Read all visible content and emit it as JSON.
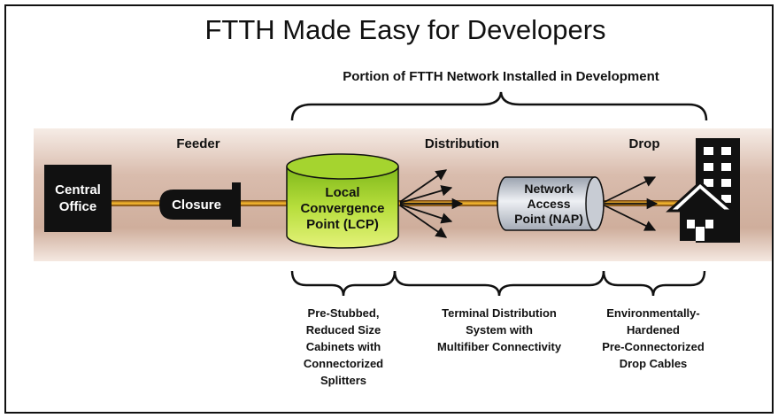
{
  "title": "FTTH Made Easy for Developers",
  "subtitle": "Portion of FTTH Network Installed in Development",
  "segments": {
    "feeder": "Feeder",
    "distribution": "Distribution",
    "drop": "Drop"
  },
  "nodes": {
    "central_office": [
      "Central",
      "Office"
    ],
    "closure": "Closure",
    "lcp": [
      "Local",
      "Convergence",
      "Point (LCP)"
    ],
    "nap": [
      "Network",
      "Access",
      "Point (NAP)"
    ]
  },
  "bottom_labels": {
    "left": [
      "Pre-Stubbed,",
      "Reduced Size",
      "Cabinets with",
      "Connectorized",
      "Splitters"
    ],
    "middle": [
      "Terminal Distribution",
      "System with",
      "Multifiber Connectivity"
    ],
    "right": [
      "Environmentally-",
      "Hardened",
      "Pre-Connectorized",
      "Drop Cables"
    ]
  },
  "colors": {
    "band": "#d6b8a8",
    "fiber": "#f0a020",
    "lcp_fill": "#a8d62e",
    "nap_fill": "#c8ccd4",
    "box": "#111111"
  }
}
